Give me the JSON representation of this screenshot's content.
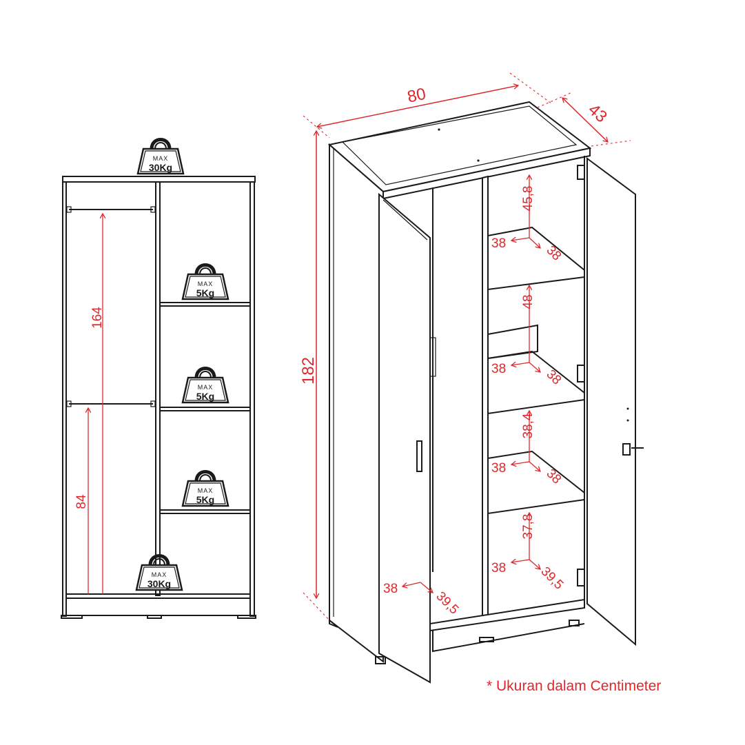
{
  "colors": {
    "line": "#1a1a1a",
    "dimension": "#e0262b",
    "background": "#ffffff"
  },
  "weights": {
    "max_label": "MAX",
    "top": "30Kg",
    "shelf_1": "5Kg",
    "shelf_2": "5Kg",
    "shelf_3": "5Kg",
    "bottom": "30Kg"
  },
  "front_dims": {
    "upper_hanging": "164",
    "lower_hanging": "84"
  },
  "overall_dims": {
    "width": "80",
    "depth": "43",
    "height": "182"
  },
  "compartments": [
    {
      "height": "45,8",
      "width": "38",
      "depth": "38"
    },
    {
      "height": "48",
      "width": "38",
      "depth": "38"
    },
    {
      "height": "38,4",
      "width": "38",
      "depth": "38"
    },
    {
      "height": "37,8",
      "width": "38",
      "depth": "39,5"
    }
  ],
  "left_compartment": {
    "width": "38",
    "depth": "39,5"
  },
  "footnote": "* Ukuran dalam Centimeter"
}
